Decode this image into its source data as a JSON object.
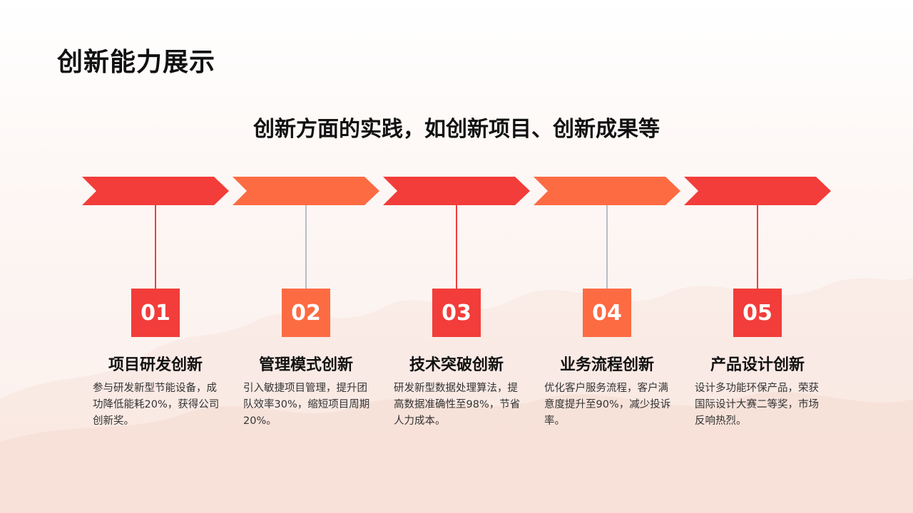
{
  "page": {
    "title": "创新能力展示",
    "subtitle": "创新方面的实践，如创新项目、创新成果等"
  },
  "colors": {
    "red": "#f23d3a",
    "orange": "#fd6b43",
    "connector_gray": "#b8bcc8"
  },
  "steps": [
    {
      "number": "01",
      "title": "项目研发创新",
      "description": "参与研发新型节能设备，成功降低能耗20%，获得公司创新奖。",
      "color": "red"
    },
    {
      "number": "02",
      "title": "管理模式创新",
      "description": "引入敏捷项目管理，提升团队效率30%，缩短项目周期20%。",
      "color": "orange"
    },
    {
      "number": "03",
      "title": "技术突破创新",
      "description": "研发新型数据处理算法，提高数据准确性至98%，节省人力成本。",
      "color": "red"
    },
    {
      "number": "04",
      "title": "业务流程创新",
      "description": "优化客户服务流程，客户满意度提升至90%，减少投诉率。",
      "color": "orange"
    },
    {
      "number": "05",
      "title": "产品设计创新",
      "description": "设计多功能环保产品，荣获国际设计大赛二等奖，市场反响热烈。",
      "color": "red"
    }
  ]
}
